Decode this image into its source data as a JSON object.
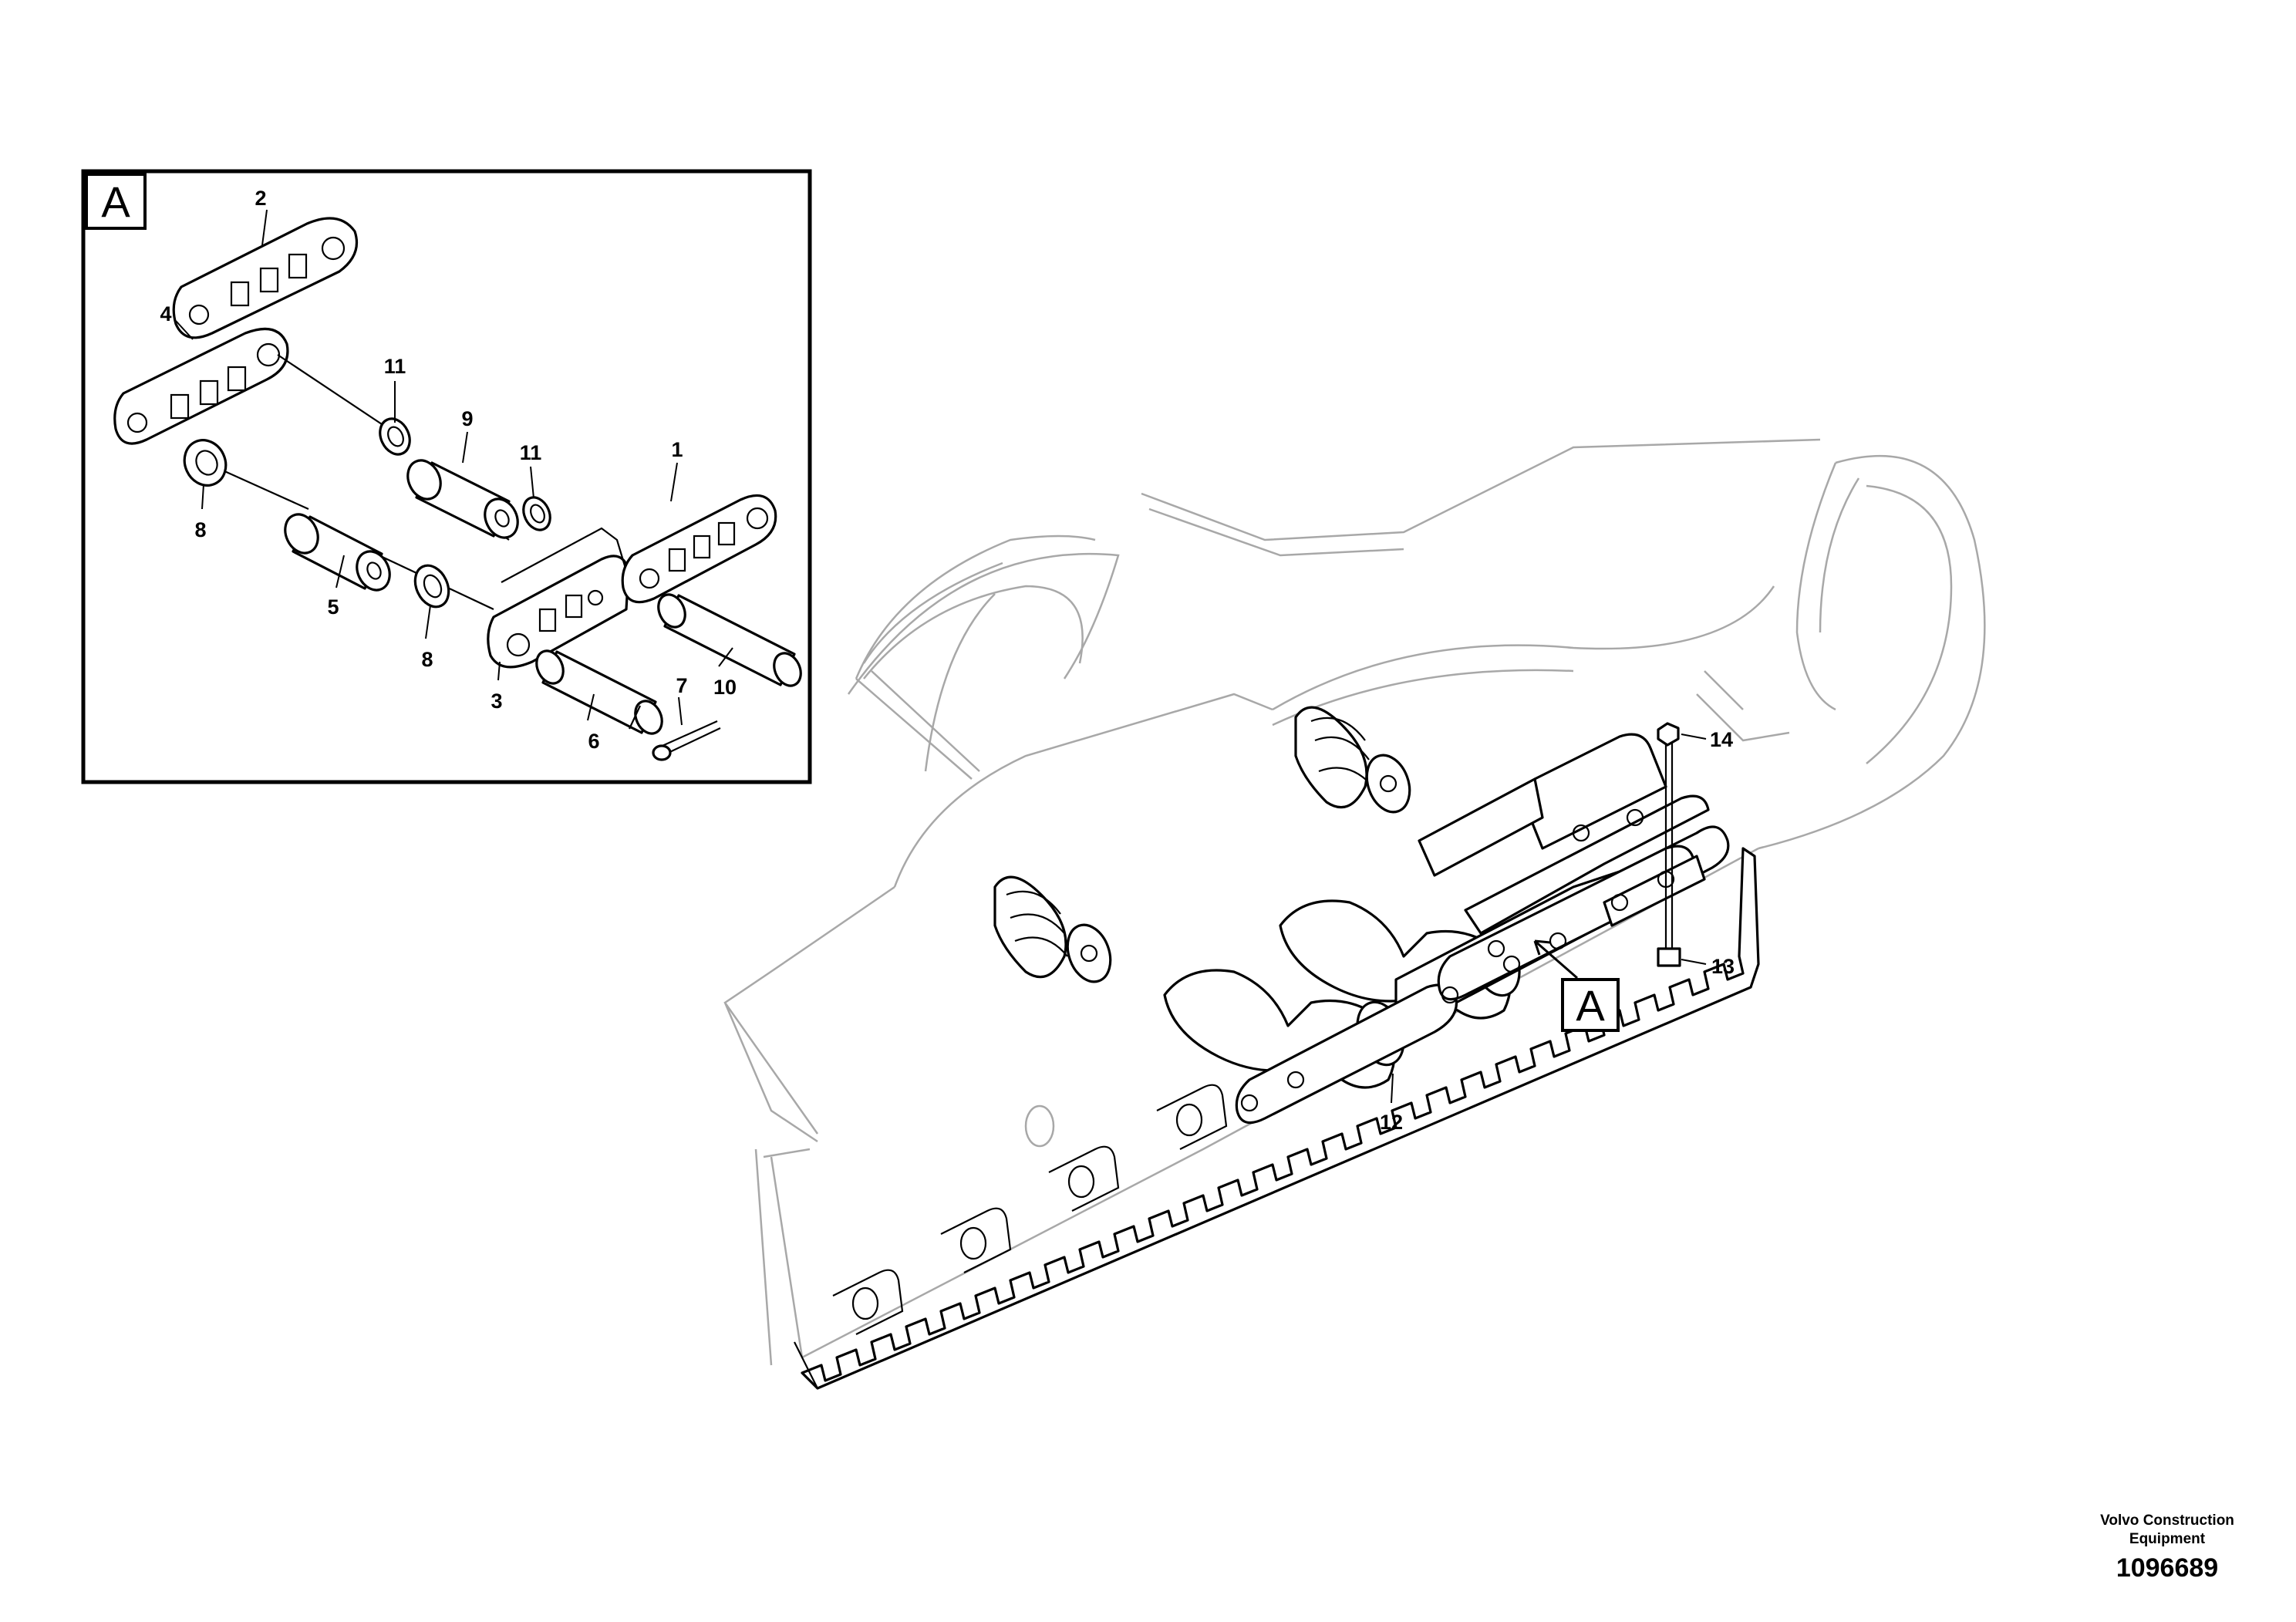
{
  "detail_view": {
    "tag": "A"
  },
  "main_view": {
    "detail_ref_tag": "A"
  },
  "callouts": {
    "c1": "1",
    "c2": "2",
    "c3": "3",
    "c4": "4",
    "c5": "5",
    "c6": "6",
    "c7": "7",
    "c8a": "8",
    "c8b": "8",
    "c9": "9",
    "c10": "10",
    "c11a": "11",
    "c11b": "11",
    "c12": "12",
    "c13": "13",
    "c14": "14"
  },
  "footer": {
    "brand_line1": "Volvo Construction",
    "brand_line2": "Equipment",
    "document_number": "1096689"
  }
}
